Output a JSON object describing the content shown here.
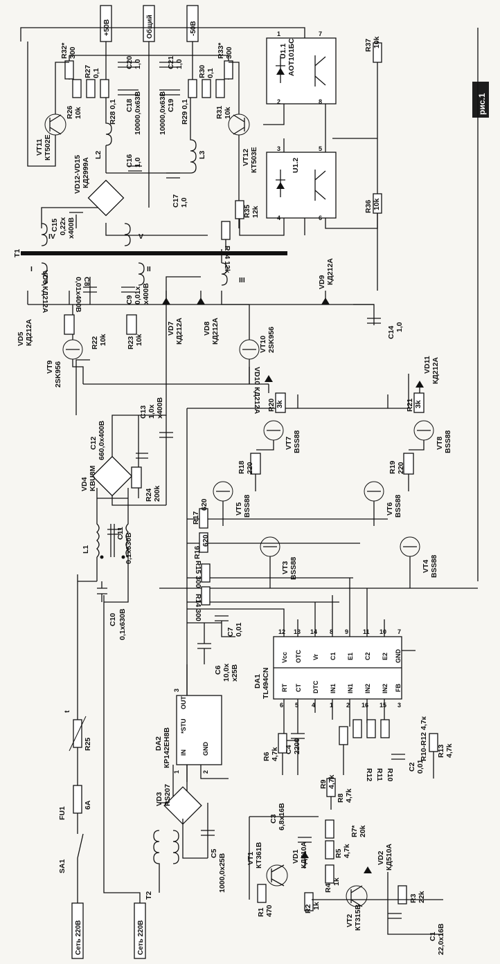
{
  "figure_label": "рис.1",
  "terminals": {
    "mains_a": "Сеть 220В",
    "mains_b": "Сеть 220В",
    "plus50": "+50В",
    "common": "Общий",
    "minus50": "-50В"
  },
  "components": {
    "sa1": "SA1",
    "fu1": "FU1",
    "fu1_val": "6A",
    "r25": "R25",
    "r25_t": "t",
    "t2": "T2",
    "vd3": "VD3",
    "vd3_val": "RS207",
    "c5": "C5",
    "c5_val": "1000,0x25В",
    "da2": "DA2",
    "da2_val": "КР142ЕН8В",
    "da2_in": "IN",
    "da2_stu": "*STU",
    "da2_out": "OUT",
    "da2_gnd": "GND",
    "c6": "C6",
    "c6_val": "10,0x",
    "c6_val2": "x25В",
    "c7": "C7",
    "c7_val": "0,01",
    "c10": "C10",
    "c10_val": "0,1x630В",
    "l1": "L1",
    "c11": "C11",
    "c11_val": "0,1x630В",
    "vd4": "VD4",
    "vd4_val": "KBU8M",
    "c12": "C12",
    "c12_val": "660,0x400В",
    "c13": "C13",
    "c13_val": "1,0x",
    "c13_val2": "x400В",
    "r24": "R24",
    "r24_val": "200k",
    "vt9": "VT9",
    "vt9_val": "2SK956",
    "vt10": "VT10",
    "vt10_val": "2SK956",
    "vd5": "VD5",
    "vd5_val": "КД212А",
    "vd6": "VD6 КД212А",
    "c8": "C8",
    "c8_val": "0,01x400В",
    "c9": "C9",
    "c9_val": "0,01x",
    "c9_val2": "x400В",
    "r22": "R22",
    "r22_val": "10k",
    "r23": "R23",
    "r23_val": "10k",
    "vd7": "VD7",
    "vd7_val": "КД212А",
    "vd8": "VD8",
    "vd8_val": "КД212А",
    "vd9": "VD9",
    "vd9_val": "КД212А",
    "c14": "C14",
    "c14_val": "1,0",
    "t1": "T1",
    "w_i": "I",
    "w_ii": "II",
    "w_iii": "III",
    "w_iv": "IV",
    "w_v": "V",
    "c15": "C15",
    "c15_val": "0,22x",
    "c15_val2": "x400В",
    "vd12": "VD12-VD15",
    "vd12_val": "КД2999А",
    "l2": "L2",
    "l3": "L3",
    "c16": "C16",
    "c16_val": "1,0",
    "c17": "C17",
    "c17_val": "1,0",
    "c18": "C18",
    "c18_val": "10000,0x63В",
    "c19": "C19",
    "c19_val": "10000,0x63В",
    "c20": "C20",
    "c20_val": "1,0",
    "c21": "C21",
    "c21_val": "1,0",
    "r26": "R26",
    "r26_val": "10k",
    "r27": "R27",
    "r27_val": "0,1",
    "r28": "R28 0,1",
    "r29": "R29 0,1",
    "r30": "R30",
    "r30_val": "0,1",
    "r31": "R31",
    "r31_val": "10k",
    "r32": "R32*",
    "r32_val": "300",
    "r33": "R33*",
    "r33_val": "300",
    "vt11": "VT11",
    "vt11_val": "КТ502Е",
    "vt12": "VT12",
    "vt12_val": "КТ503Е",
    "r34": "R34 12k",
    "r35": "R35",
    "r35_val": "12k",
    "u11": "U1.1",
    "u11_val": "АОТ101БС",
    "u12": "U1.2",
    "r36": "R36",
    "r36_val": "10k",
    "r37": "R37",
    "r37_val": "10k",
    "vd10": "VD10 КД212А",
    "vd11": "VD11",
    "vd11_val": "КД212А",
    "r20": "R20",
    "r20_val": "3k",
    "r21": "R21",
    "r21_val": "3k",
    "vt7": "VT7",
    "vt7_val": "BSS88",
    "vt8": "VT8",
    "vt8_val": "BSS88",
    "r18": "R18",
    "r18_val": "220",
    "r19": "R19",
    "r19_val": "220",
    "vt5": "VT5",
    "vt5_val": "BSS88",
    "vt6": "VT6",
    "vt6_val": "BSS88",
    "r17": "R17",
    "r17_val": "620",
    "r16": "R16",
    "r16_val": "620",
    "vt3": "VT3",
    "vt3_val": "BSS88",
    "vt4": "VT4",
    "vt4_val": "BSS88",
    "r15": "R15 300",
    "r14": "R14 300",
    "da1": "DA1",
    "da1_val": "TL494CN",
    "da1_vcc": "Vcc",
    "da1_otc": "OTC",
    "da1_vr": "Vr",
    "da1_c1": "C1",
    "da1_e1": "E1",
    "da1_c2": "C2",
    "da1_e2": "E2",
    "da1_gnd": "GND",
    "da1_rt": "RT",
    "da1_ct": "CT",
    "da1_dtc": "DTC",
    "da1_in1p": "IN1",
    "da1_in1m": "IN1",
    "da1_in2p": "IN2",
    "da1_in2m": "IN2",
    "da1_fb": "FB",
    "r10r12": "R10-R12 4,7к",
    "r6": "R6",
    "r6_val": "4,7k",
    "c4": "C4",
    "c4_val": "2200",
    "r9": "R9",
    "r9_val": "4,7k",
    "r8": "R8",
    "r8_val": "4,7k",
    "r10": "R10",
    "r11": "R11",
    "r12": "R12",
    "c2": "C2",
    "c2_val": "0,01",
    "r13": "R13",
    "r13_val": "4,7k",
    "r7": "R7*",
    "r7_val": "20k",
    "r5": "R5",
    "r5_val": "4,7k",
    "r4": "R4",
    "r4_val": "1k",
    "r2": "R2",
    "r2_val": "1k",
    "r1": "R1",
    "r1_val": "470",
    "vt1": "VT1",
    "vt1_val": "КТ361В",
    "vd1": "VD1",
    "vd1_val": "КД510А",
    "c3": "C3",
    "c3_val": "6,8x16В",
    "vd2": "VD2",
    "vd2_val": "КД510А",
    "vt2": "VT2",
    "vt2_val": "КТ315В",
    "r3": "R3",
    "r3_val": "22k",
    "c1": "C1",
    "c1_val": "22,0x16В"
  },
  "pins": {
    "p1": "1",
    "p2": "2",
    "p3": "3",
    "p4": "4",
    "p5": "5",
    "p6": "6",
    "p7": "7",
    "p8": "8",
    "p9": "9",
    "p10": "10",
    "p11": "11",
    "p12": "12",
    "p13": "13",
    "p14": "14",
    "p15": "15",
    "p16": "16"
  }
}
